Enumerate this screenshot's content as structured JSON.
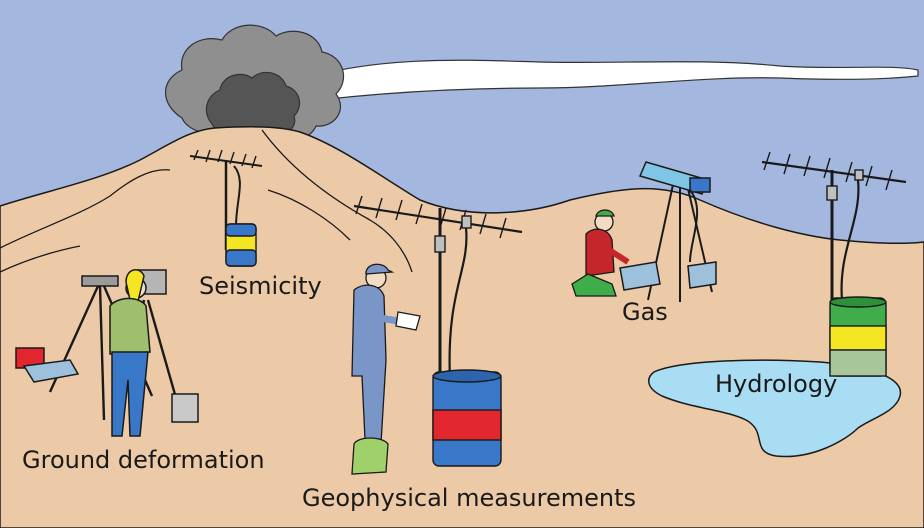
{
  "labels": {
    "seismicity": "Seismicity",
    "gas": "Gas",
    "hydrology": "Hydrology",
    "ground_deformation": "Ground deformation",
    "geophysical_measurements": "Geophysical measurements"
  },
  "colors": {
    "sky": "#a4b7de",
    "ground": "#eccaa7",
    "smoke": "#8f8f8f",
    "water": "#a8ddf4",
    "blue_barrel": "#3978c8",
    "red_band": "#e2262d",
    "yellow_band": "#f5e624",
    "green_barrel": "#3fae4a",
    "outline": "#1a1a1a"
  }
}
